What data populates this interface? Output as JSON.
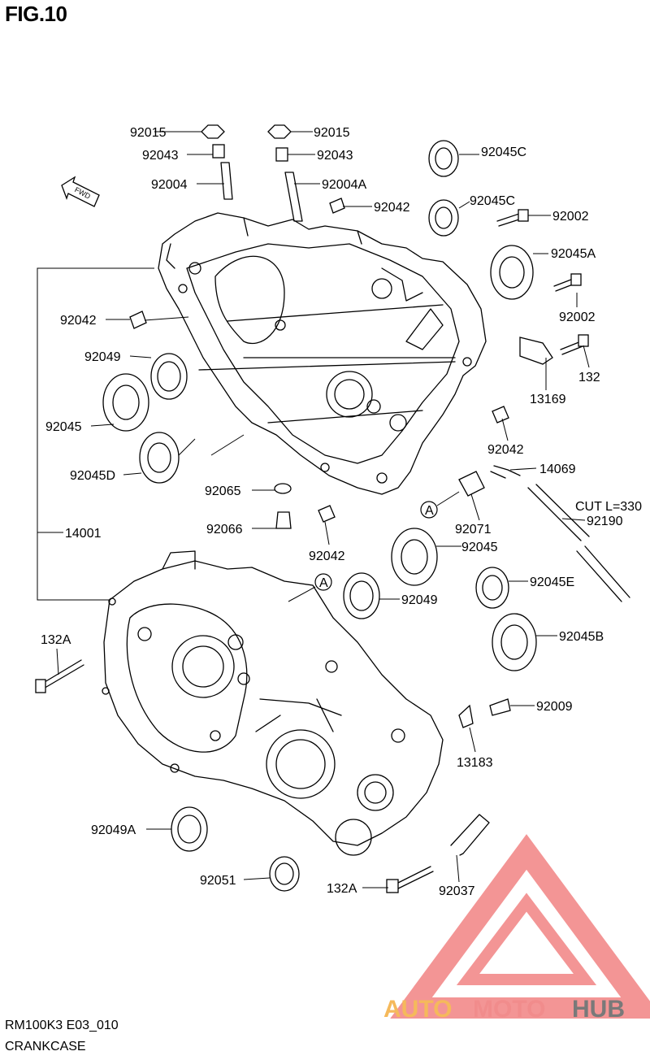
{
  "header": {
    "title": "FIG.10"
  },
  "footer": {
    "code": "RM100K3 E03_010",
    "caption": "CRANKCASE"
  },
  "fwd_label": "FWD",
  "watermark": {
    "auto": "AUTO",
    "moto": "MOTO",
    "hub": "HUB",
    "color_auto": "#f5b24a",
    "color_moto": "#f08080",
    "color_hub": "#6b6b6b",
    "triangle_color": "#f28a8a"
  },
  "callout_marker": "A",
  "parts": {
    "p92015a": "92015",
    "p92015b": "92015",
    "p92043a": "92043",
    "p92043b": "92043",
    "p92004": "92004",
    "p92004A": "92004A",
    "p92042top": "92042",
    "p92045Ca": "92045C",
    "p92045Cb": "92045C",
    "p92002a": "92002",
    "p92045A": "92045A",
    "p92042left": "92042",
    "p92002b": "92002",
    "p92049top": "92049",
    "p132": "132",
    "p13169": "13169",
    "p92045left": "92045",
    "p92042right": "92042",
    "p92045D": "92045D",
    "p14069": "14069",
    "p92065": "92065",
    "pcut": "CUT L=330",
    "p92071": "92071",
    "p92190": "92190",
    "p92066": "92066",
    "p14001": "14001",
    "p92042mid": "92042",
    "p92045mid": "92045",
    "p92045E": "92045E",
    "p92049mid": "92049",
    "p132Aleft": "132A",
    "p92045B": "92045B",
    "p92009": "92009",
    "p13183": "13183",
    "p92049A": "92049A",
    "p92051": "92051",
    "p132Abottom": "132A",
    "p92037": "92037"
  }
}
